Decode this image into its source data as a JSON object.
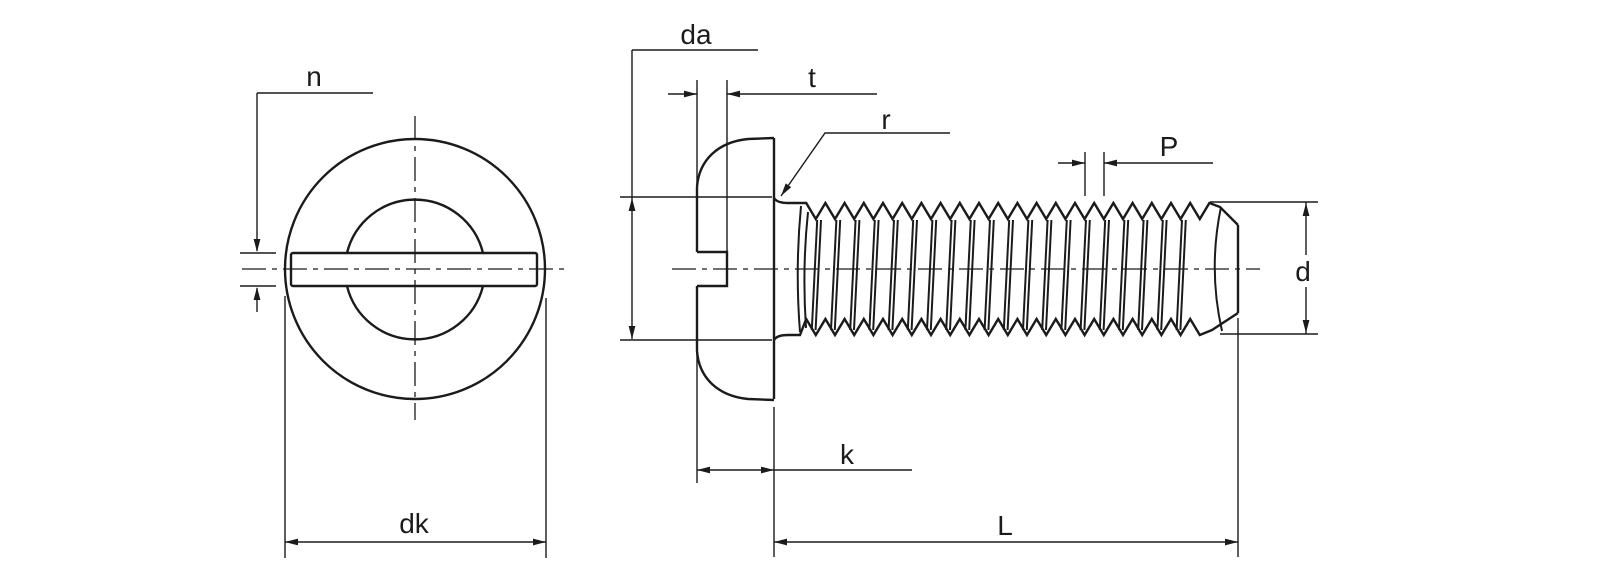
{
  "drawing": {
    "labels": {
      "n": "n",
      "dk": "dk",
      "da": "da",
      "t": "t",
      "r": "r",
      "P": "P",
      "d": "d",
      "k": "k",
      "L": "L"
    },
    "colors": {
      "line": "#1b1b1b",
      "background": "#ffffff"
    }
  }
}
